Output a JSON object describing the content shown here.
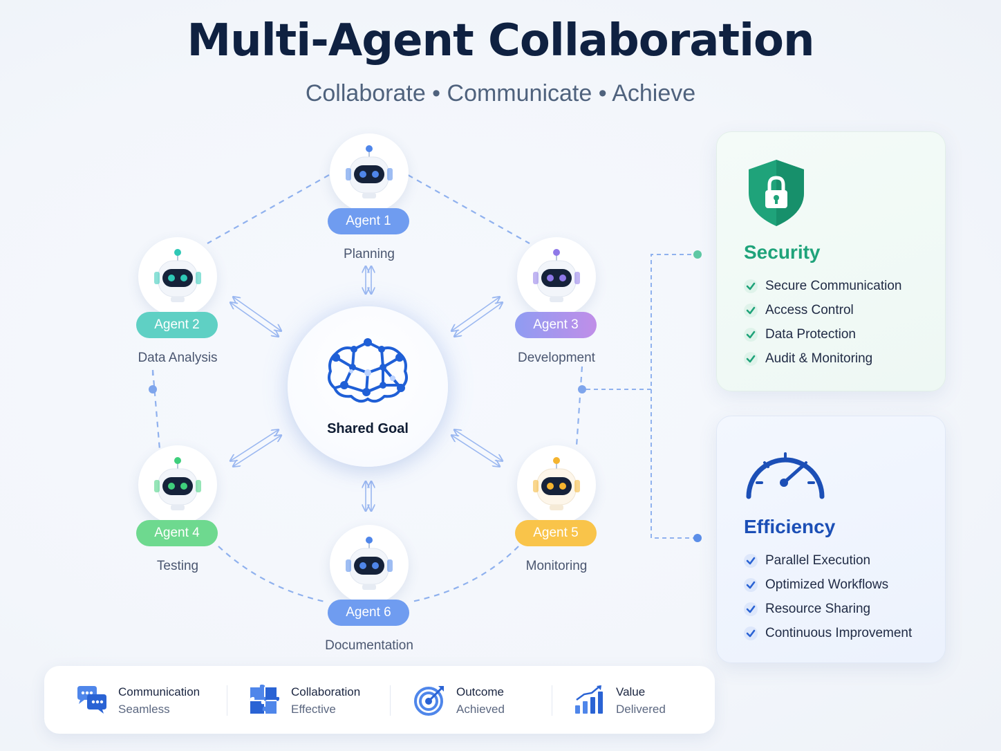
{
  "header": {
    "title": "Multi-Agent Collaboration",
    "subtitle": "Collaborate • Communicate • Achieve"
  },
  "hub": {
    "label": "Shared Goal",
    "icon": "brain-network-icon"
  },
  "agents": [
    {
      "name": "Agent 1",
      "role": "Planning",
      "color": "#6f9cf0",
      "accent": "#4f86ea"
    },
    {
      "name": "Agent 2",
      "role": "Data Analysis",
      "color": "#5fd0c4",
      "accent": "#2ec8b6"
    },
    {
      "name": "Agent 3",
      "role": "Development",
      "color": "#9a8cf0",
      "accent": "#8e78e8"
    },
    {
      "name": "Agent 4",
      "role": "Testing",
      "color": "#6ed98f",
      "accent": "#3fcf7c"
    },
    {
      "name": "Agent 5",
      "role": "Monitoring",
      "color": "#f9c44a",
      "accent": "#f4b42f"
    },
    {
      "name": "Agent 6",
      "role": "Documentation",
      "color": "#6f9cf0",
      "accent": "#4f86ea"
    }
  ],
  "security": {
    "title": "Security",
    "icon": "shield-lock-icon",
    "color": "#1fa37a",
    "items": [
      "Secure Communication",
      "Access Control",
      "Data Protection",
      "Audit & Monitoring"
    ]
  },
  "efficiency": {
    "title": "Efficiency",
    "icon": "speedometer-icon",
    "color": "#1c4fb6",
    "items": [
      "Parallel Execution",
      "Optimized Workflows",
      "Resource Sharing",
      "Continuous Improvement"
    ]
  },
  "footer": {
    "stats": [
      {
        "title": "Communication",
        "subtitle": "Seamless",
        "icon": "chat-bubbles-icon"
      },
      {
        "title": "Collaboration",
        "subtitle": "Effective",
        "icon": "puzzle-icon"
      },
      {
        "title": "Outcome",
        "subtitle": "Achieved",
        "icon": "target-icon"
      },
      {
        "title": "Value",
        "subtitle": "Delivered",
        "icon": "bar-chart-icon"
      }
    ]
  }
}
